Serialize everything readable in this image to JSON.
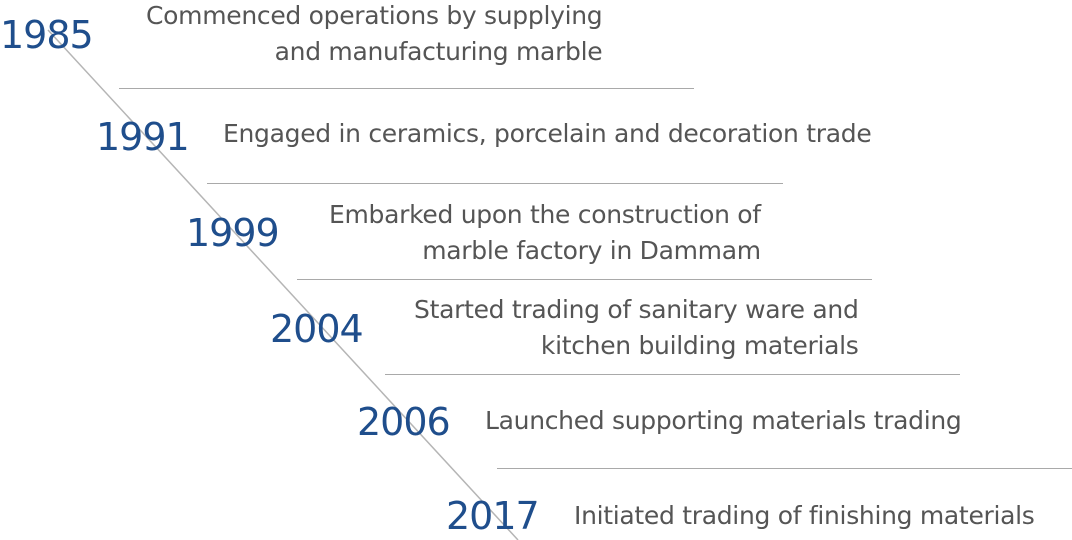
{
  "timeline": {
    "milestones": [
      {
        "year": "1985",
        "lines": [
          "Commenced operations by supplying",
          "and manufacturing marble"
        ]
      },
      {
        "year": "1991",
        "lines": [
          "Engaged in ceramics, porcelain and decoration trade"
        ]
      },
      {
        "year": "1999",
        "lines": [
          "Embarked upon the construction of",
          "marble factory in Dammam"
        ]
      },
      {
        "year": "2004",
        "lines": [
          "Started trading of sanitary ware and",
          "kitchen building materials"
        ]
      },
      {
        "year": "2006",
        "lines": [
          "Launched supporting materials trading"
        ]
      },
      {
        "year": "2017",
        "lines": [
          "Initiated trading of finishing materials"
        ]
      }
    ]
  },
  "colors": {
    "year": "#1f4e8c",
    "text": "#555555",
    "rule": "#a9a9a9",
    "diagonal": "#b5b5b5"
  }
}
